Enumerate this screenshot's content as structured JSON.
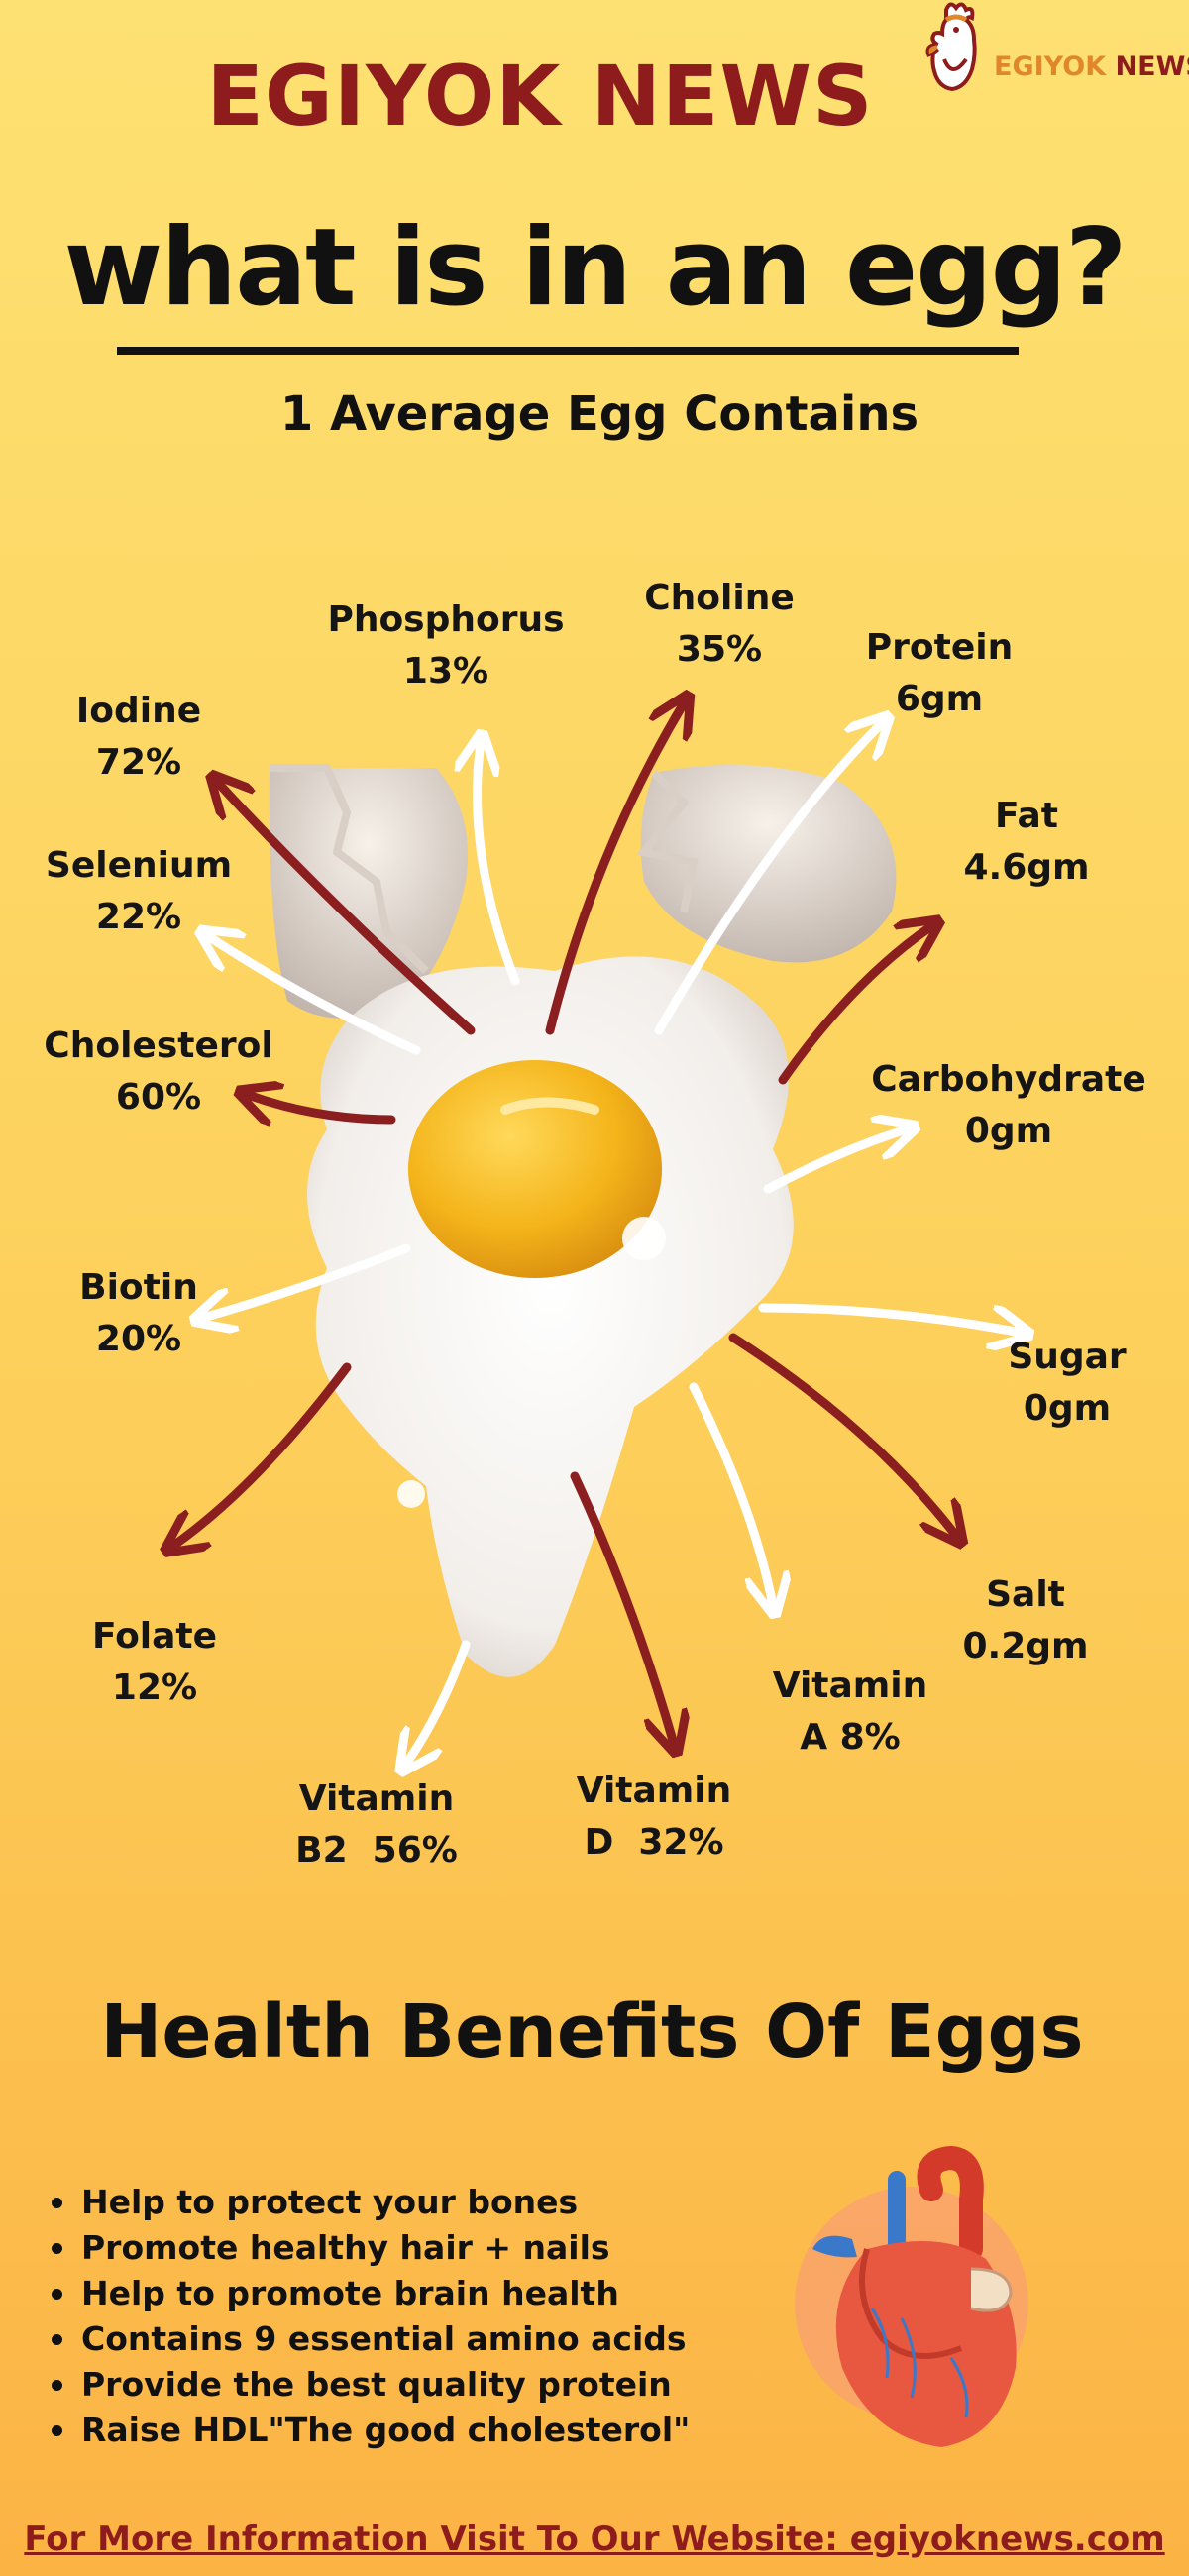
{
  "header": {
    "brand_title": "EGIYOK NEWS",
    "logo_text_1": "EGIYOK",
    "logo_text_2": "NEWS"
  },
  "title": "what is in an egg?",
  "subtitle": "1 Average Egg Contains",
  "nutrients": [
    {
      "line1": "Phosphorus",
      "line2": "13%"
    },
    {
      "line1": "Choline",
      "line2": "35%"
    },
    {
      "line1": "Protein",
      "line2": "6gm"
    },
    {
      "line1": "Iodine",
      "line2": "72%"
    },
    {
      "line1": "Fat",
      "line2": "4.6gm"
    },
    {
      "line1": "Selenium",
      "line2": "22%"
    },
    {
      "line1": "Cholesterol",
      "line2": "60%"
    },
    {
      "line1": "Carbohydrate",
      "line2": "0gm"
    },
    {
      "line1": "Biotin",
      "line2": "20%"
    },
    {
      "line1": "Sugar",
      "line2": "0gm"
    },
    {
      "line1": "Salt",
      "line2": "0.2gm"
    },
    {
      "line1": "Folate",
      "line2": "12%"
    },
    {
      "line1": "Vitamin",
      "line2": "A 8%"
    },
    {
      "line1": "Vitamin",
      "line2": "D  32%"
    },
    {
      "line1": "Vitamin",
      "line2": "B2  56%"
    }
  ],
  "health": {
    "title": "Health Benefits Of Eggs",
    "benefits": [
      "Help to protect your bones",
      "Promote healthy hair + nails",
      "Help to promote brain health",
      "Contains 9 essential amino acids",
      "Provide the best quality protein",
      "Raise HDL\"The good cholesterol\""
    ]
  },
  "footer": "For More Information Visit To Our Website: egiyoknews.com",
  "colors": {
    "brand_red": "#8e1c1c",
    "arrow_red": "#8b1f1f",
    "arrow_white": "#ffffff",
    "yolk": "#f4b41a",
    "background_top": "#fde172",
    "background_bottom": "#fbb344"
  },
  "icons": [
    "rooster-logo-icon",
    "cracked-eggshell-icon",
    "fried-egg-icon",
    "heart-icon"
  ]
}
